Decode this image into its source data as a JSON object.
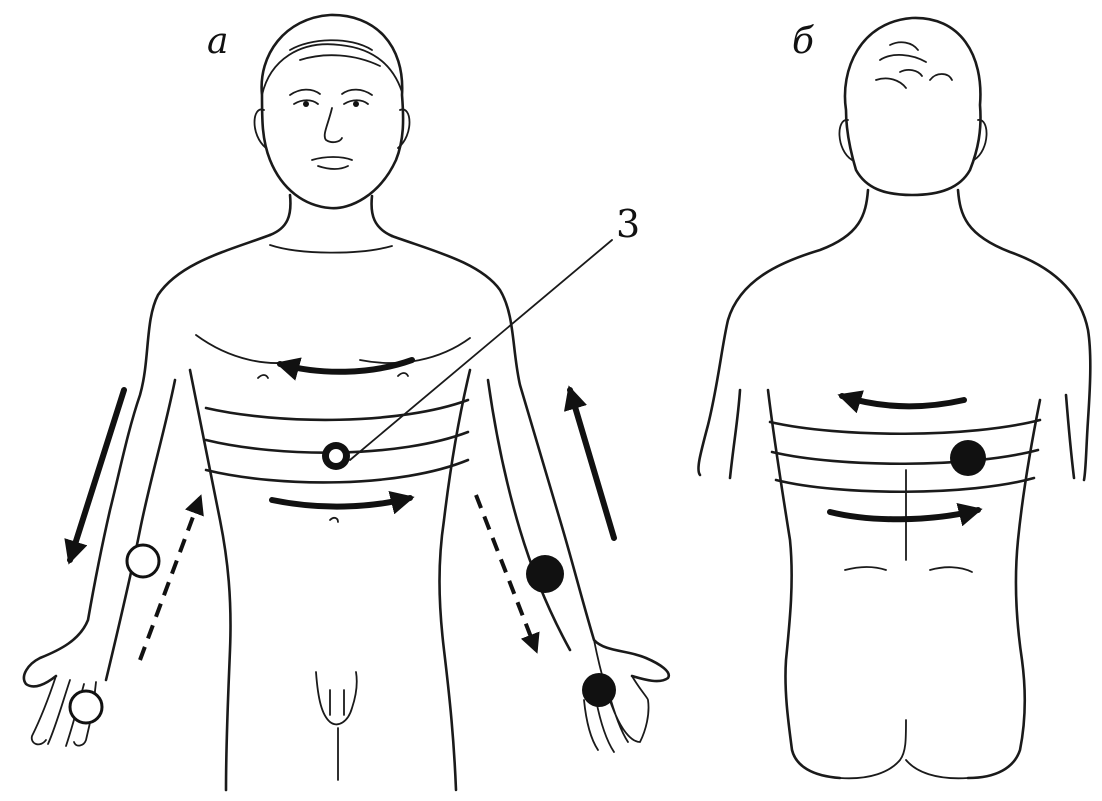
{
  "labels": {
    "front_view": "а",
    "back_view": "б",
    "callout": "3"
  },
  "colors": {
    "ink": "#111111",
    "paper": "#ffffff"
  }
}
